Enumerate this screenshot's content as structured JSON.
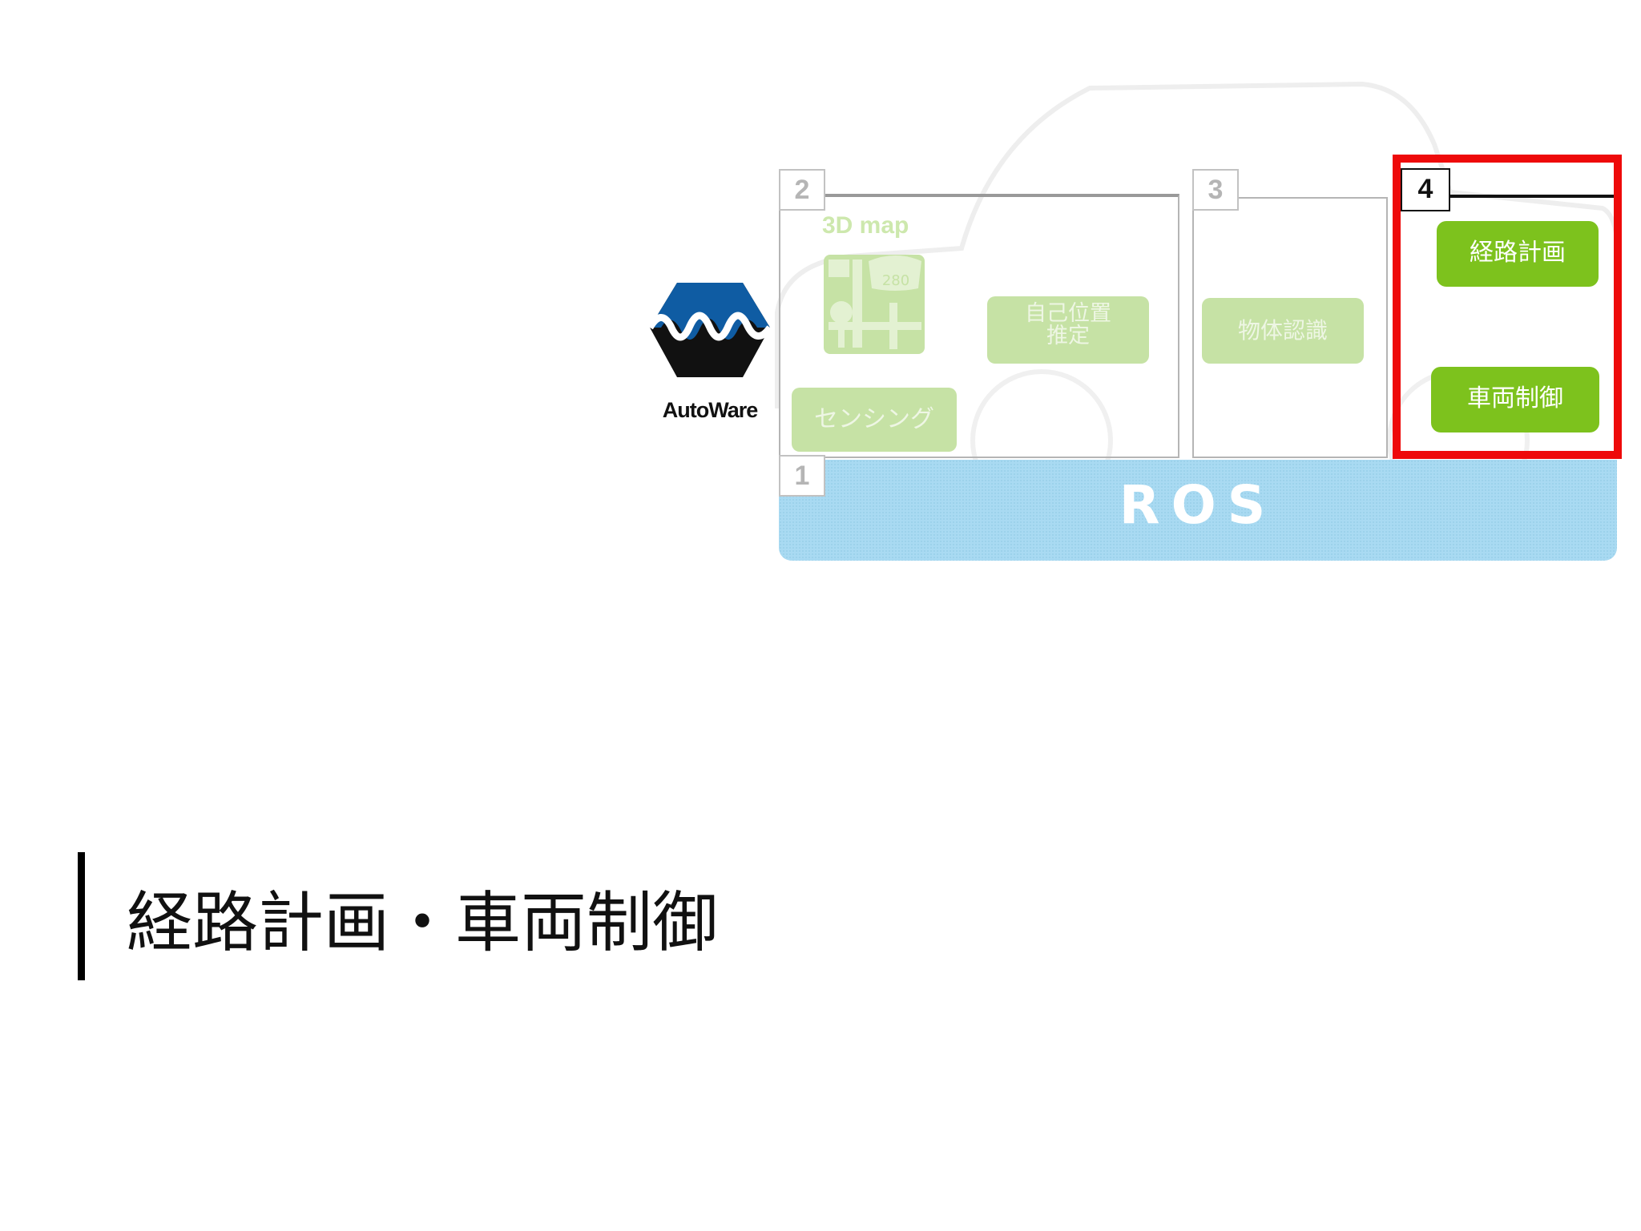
{
  "diagram": {
    "logo_text": "AutoWare",
    "layers": {
      "layer1_number": "1",
      "layer2_number": "2",
      "layer3_number": "3",
      "layer4_number": "4"
    },
    "layer2": {
      "map_label": "3D map",
      "map_icon_number": "280",
      "localization_label_line1": "自己位置",
      "localization_label_line2": "推定",
      "sensing_label": "センシング"
    },
    "layer3": {
      "detection_label": "物体認識"
    },
    "layer4": {
      "planning_label": "経路計画",
      "control_label": "車両制御"
    },
    "ros_label": "ROS",
    "colors": {
      "active_module": "#7dc21d",
      "faded_module": "#c6e2a5",
      "ros_bar": "#a9daf2",
      "highlight": "#ee0a0a",
      "logo_blue": "#0f5ca3"
    }
  },
  "slide": {
    "title": "経路計画・車両制御"
  }
}
